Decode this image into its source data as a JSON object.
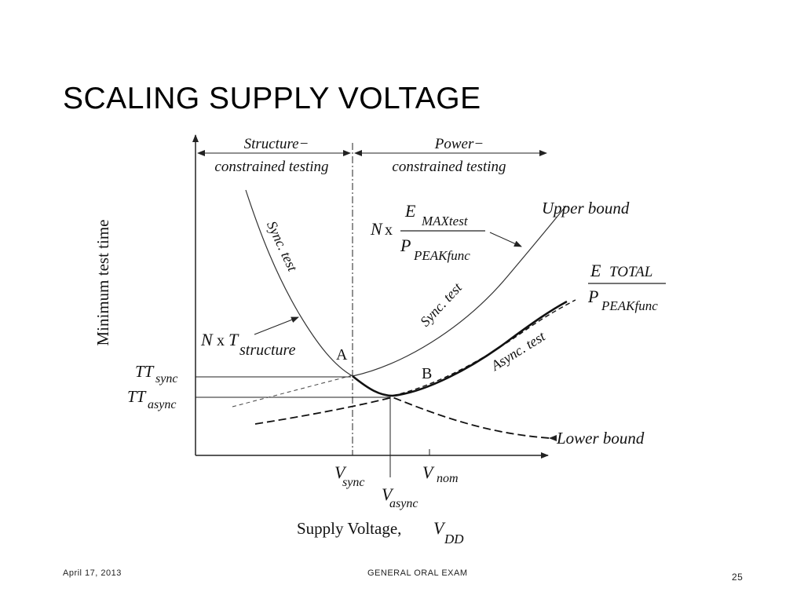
{
  "slide": {
    "title": "SCALING SUPPLY VOLTAGE"
  },
  "diagram": {
    "y_axis_label": "Minimum test time",
    "x_axis_label": "Supply Voltage, ",
    "x_axis_symbol": "V",
    "x_axis_symbol_sub": "DD",
    "region_left_line1": "Structure−",
    "region_left_line2": "constrained testing",
    "region_right_line1": "Power−",
    "region_right_line2": "constrained testing",
    "label_upper_bound": "Upper bound",
    "label_lower_bound": "Lower bound",
    "label_sync_test_left": "Sync. test",
    "label_sync_test_right": "Sync. test",
    "label_async_test": "Async. test",
    "point_a": "A",
    "point_b": "B",
    "formula_emax_n": "N",
    "formula_emax_times": "x",
    "formula_emax_num_main": "E",
    "formula_emax_num_sub": "MAXtest",
    "formula_emax_den_main": "P",
    "formula_emax_den_sub": "PEAKfunc",
    "formula_etotal_num_main": "E",
    "formula_etotal_num_sub": "TOTAL",
    "formula_etotal_den_main": "P",
    "formula_etotal_den_sub": "PEAKfunc",
    "formula_tstruct_n": "N",
    "formula_tstruct_times": "x",
    "formula_tstruct_main": "T",
    "formula_tstruct_sub": "structure",
    "tt_sync_main": "TT",
    "tt_sync_sub": "sync",
    "tt_async_main": "TT",
    "tt_async_sub": "async",
    "v_sync_main": "V",
    "v_sync_sub": "sync",
    "v_async_main": "V",
    "v_async_sub": "async",
    "v_nom_main": "V",
    "v_nom_sub": "nom"
  },
  "footer": {
    "date": "April 17, 2013",
    "center": "GENERAL ORAL EXAM",
    "page": "25"
  }
}
